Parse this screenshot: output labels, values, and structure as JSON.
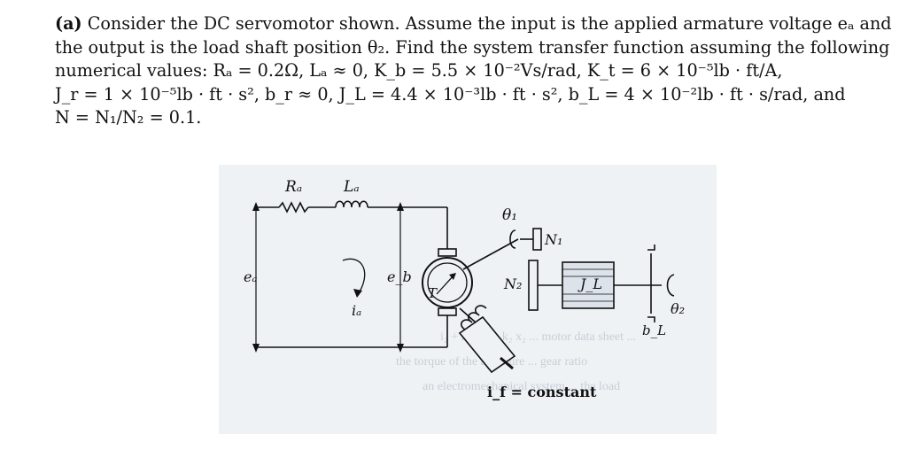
{
  "problem": {
    "part_label": "(a)",
    "line1": "Consider the DC servomotor shown. Assume the input is the applied armature voltage eₐ and",
    "line2": "the output is the load shaft position θ₂. Find the system transfer function assuming the following",
    "line3": "numerical values: Rₐ = 0.2Ω, Lₐ ≈ 0, K_b = 5.5 × 10⁻²Vs/rad, K_t = 6 × 10⁻⁵lb · ft/A,",
    "line4": "J_r = 1 × 10⁻⁵lb · ft · s², b_r ≈ 0, J_L = 4.4 × 10⁻³lb · ft · s², b_L = 4 × 10⁻²lb · ft · s/rad, and",
    "line5": "N = N₁/N₂ = 0.1."
  },
  "figure": {
    "labels": {
      "Ra": "Rₐ",
      "La": "Lₐ",
      "ea": "eₐ",
      "ia": "iₐ",
      "eb": "e_b",
      "T": "T",
      "theta1": "θ₁",
      "N1": "N₁",
      "N2": "N₂",
      "JL": "J_L",
      "bL": "b_L",
      "theta2": "θ₂",
      "if_constant": "i_f = constant"
    }
  }
}
